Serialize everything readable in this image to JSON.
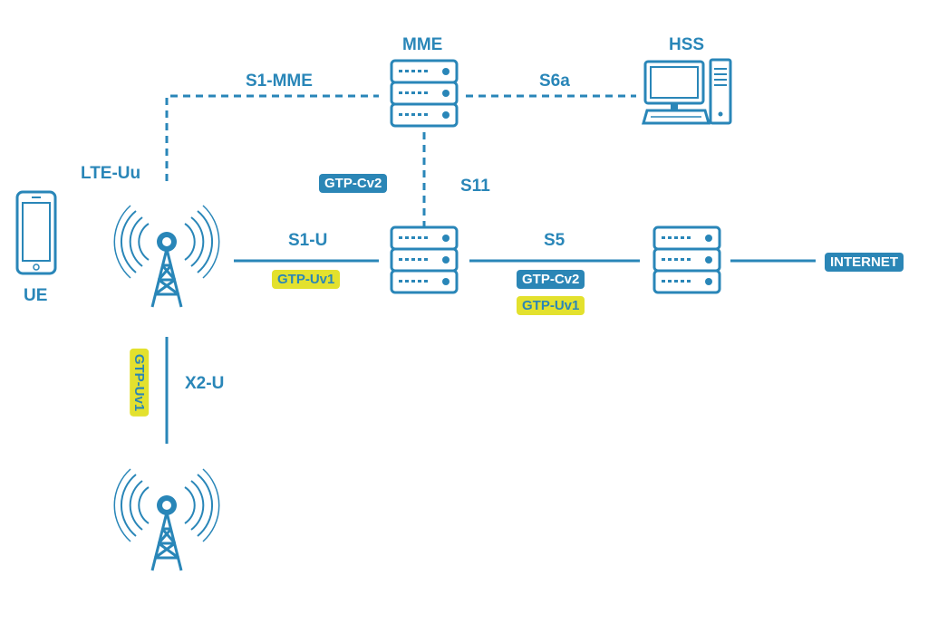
{
  "colors": {
    "primary": "#2986b8",
    "badge_blue": "#2b86b6",
    "badge_yellow": "#e3e12e"
  },
  "nodes": {
    "ue": {
      "label": "UE",
      "icon": "smartphone-icon"
    },
    "enodeb1": {
      "icon": "cell-tower-icon"
    },
    "enodeb2": {
      "icon": "cell-tower-icon"
    },
    "mme": {
      "label": "MME",
      "icon": "server-icon"
    },
    "hss": {
      "label": "HSS",
      "icon": "desktop-computer-icon"
    },
    "sgw": {
      "icon": "server-icon"
    },
    "pgw": {
      "icon": "server-icon"
    },
    "internet": {
      "label": "INTERNET"
    }
  },
  "links": {
    "s1_mme": "S1-MME",
    "s6a": "S6a",
    "lte_uu": "LTE-Uu",
    "s11": "S11",
    "s1_u": "S1-U",
    "s5": "S5",
    "x2_u": "X2-U"
  },
  "protocols": {
    "gtp_cv2_s11": "GTP-Cv2",
    "gtp_uv1_s1u": "GTP-Uv1",
    "gtp_cv2_s5": "GTP-Cv2",
    "gtp_uv1_s5": "GTP-Uv1",
    "gtp_uv1_x2": "GTP-Uv1"
  }
}
